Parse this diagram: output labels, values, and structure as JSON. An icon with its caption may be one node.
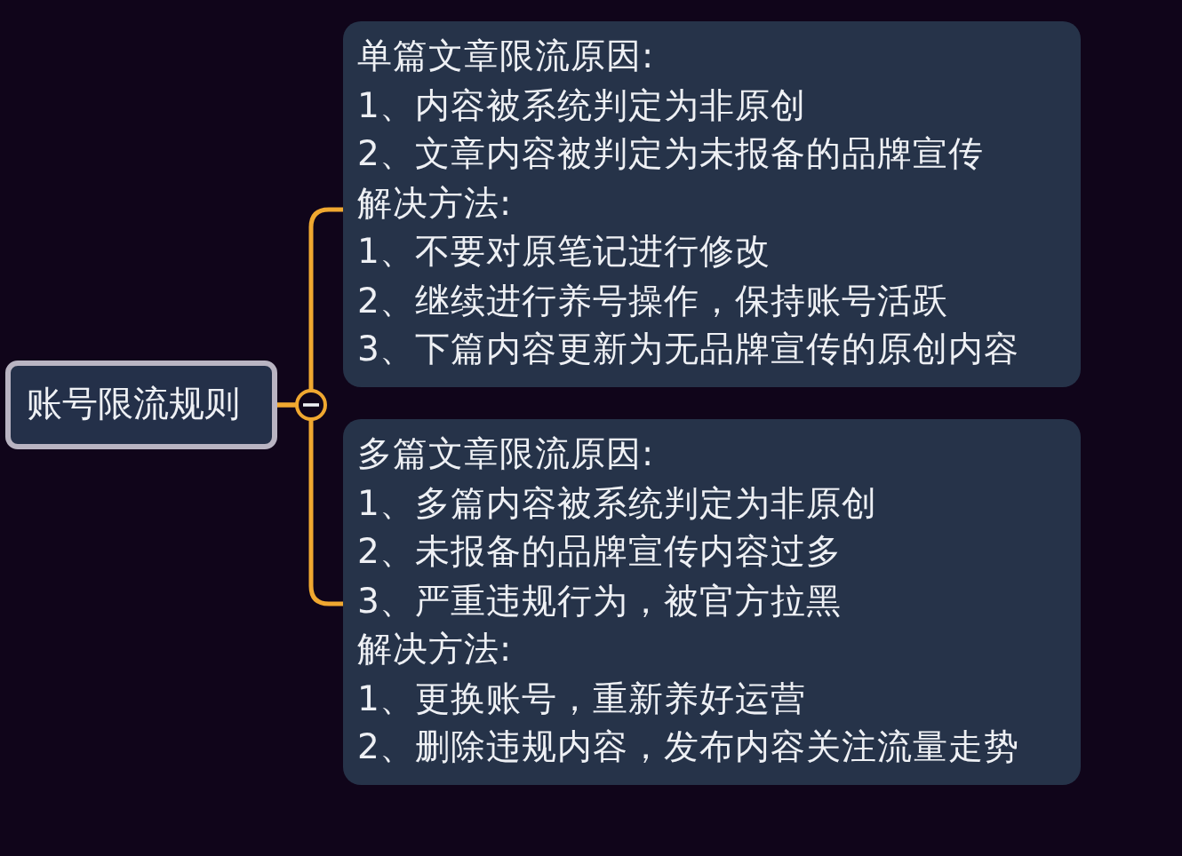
{
  "diagram": {
    "nodes": [
      {
        "text": [
          "账号限流规则"
        ]
      },
      {
        "text": [
          "单篇文章限流原因:",
          "1、内容被系统判定为非原创",
          "2、文章内容被判定为未报备的品牌宣传",
          "解决方法:",
          "1、不要对原笔记进行修改",
          "2、继续进行养号操作，保持账号活跃",
          "3、下篇内容更新为无品牌宣传的原创内容"
        ]
      },
      {
        "text": [
          "多篇文章限流原因:",
          "1、多篇内容被系统判定为非原创",
          "2、未报备的品牌宣传内容过多",
          "3、严重违规行为，被官方拉黑",
          "解决方法:",
          "1、更换账号，重新养好运营",
          "2、删除违规内容，发布内容关注流量走势"
        ]
      }
    ],
    "edges": [
      {
        "from": 0,
        "to": 1,
        "arrow": "none"
      },
      {
        "from": 0,
        "to": 2,
        "arrow": "none"
      }
    ]
  }
}
